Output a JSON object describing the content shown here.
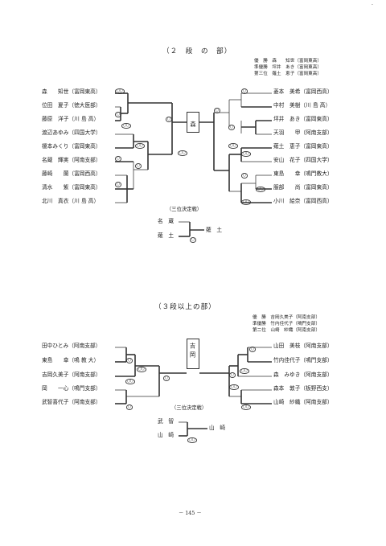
{
  "top_mark": ".",
  "page_number": "－ 145 －",
  "dan2": {
    "title": "（２　段　の　部）",
    "results": [
      "優　勝　森　　知世（富岡東高）",
      "準優勝　坪井　あき（富岡東高）",
      "第三位　薙土　恵子（富岡東高）"
    ],
    "champion": "森",
    "left": [
      "森　　知世（富岡東高）",
      "位田　夏子（徳大医部）",
      "藤原　洋子（川 島 高）",
      "渡辺あゆみ（四国大学）",
      "榎本みくり（富岡東高）",
      "名蔵　輝実（阿南支部）",
      "藤崎　　蘭（富岡西高）",
      "清水　　紫（富岡東高）",
      "北川　真衣（川 島 高）"
    ],
    "right": [
      "菱本　美希（富岡西高）",
      "中村　美樹（川 島 高）",
      "坪井　あき（富岡東高）",
      "天羽　　甲（阿南支部）",
      "薙土　恵子（富岡東高）",
      "安山　花子（四国大学）",
      "東島　　幸（鳴門教大）",
      "服部　　尚（富岡東高）",
      "小川　絵奈（富岡西高）"
    ],
    "third_place": {
      "label": "（三位決定戦）",
      "p1": "名　蔵",
      "p2": "薙　土",
      "winner": "薙　土"
    }
  },
  "dan3": {
    "title": "（３段以上の部）",
    "results": [
      "優　勝　吉岡久美子（阿南支部）",
      "準優勝　竹内佳代子（鳴門支部）",
      "第二位　山崎　紗織（阿南支部）"
    ],
    "champion": "吉岡",
    "left": [
      "田中ひとみ（阿南支部）",
      "東島　　幸（鳴 教 大）",
      "吉岡久美子（阿南支部）",
      "岡　　一心（鳴門支部）",
      "武智喜代子（阿南支部）"
    ],
    "right": [
      "山田　美枝（阿南支部）",
      "竹内佳代子（鳴門支部）",
      "森　みゆき（阿南支部）",
      "森本　敦子（板野西支）",
      "山崎　紗織（阿南支部）"
    ],
    "third_place": {
      "label": "（三位決定戦）",
      "p1": "武　智",
      "p2": "山　崎",
      "winner": "山　崎"
    }
  }
}
